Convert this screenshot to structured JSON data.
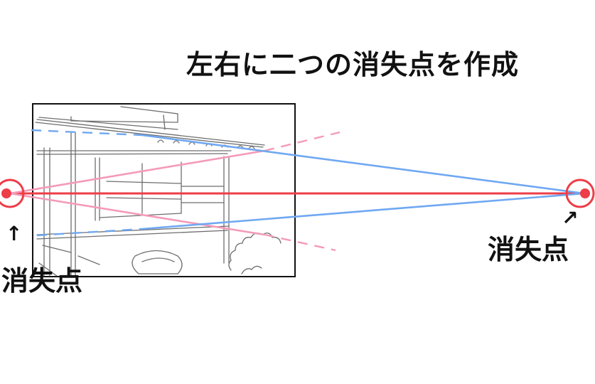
{
  "title": "左右に二つの消失点を作成",
  "vanishing_points": {
    "left_label": "消失点",
    "right_label": "消失点",
    "left_arrow": "↑",
    "right_arrow": "↗"
  },
  "colors": {
    "horizon": "#ee3d48",
    "left_guides": "#f49ab8",
    "right_guides": "#6fa8f2",
    "sketch": "#555555",
    "frame": "#111111"
  }
}
